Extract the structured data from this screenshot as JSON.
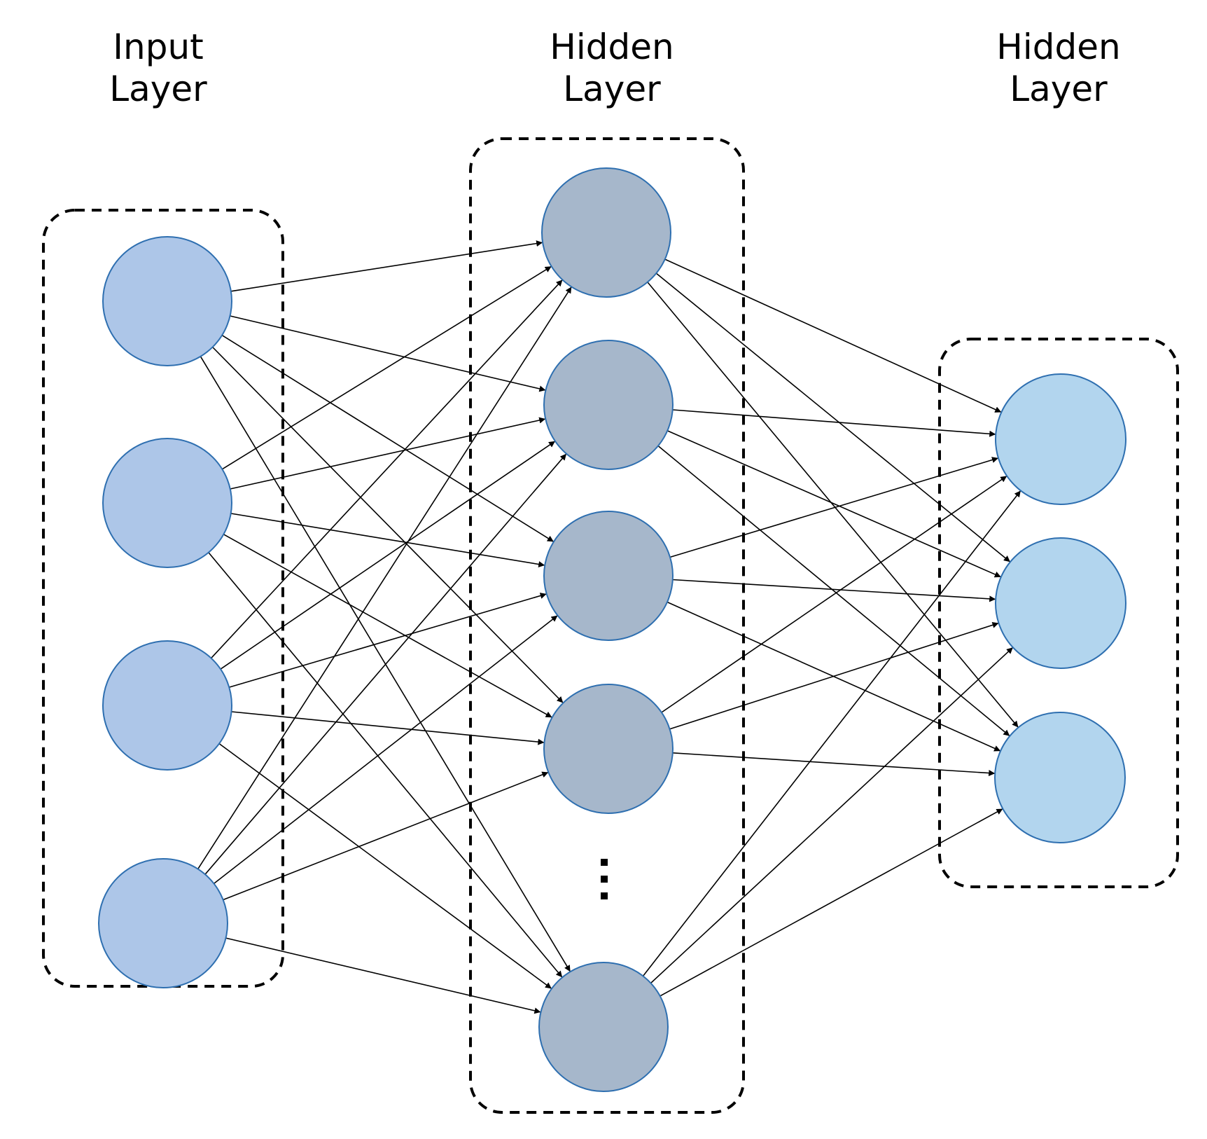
{
  "layers": [
    {
      "title_line1": "Input",
      "title_line2": "Layer",
      "node_count": 4,
      "node_color": "#adc6e8"
    },
    {
      "title_line1": "Hidden",
      "title_line2": "Layer",
      "node_count": 5,
      "node_color": "#a6b7cb",
      "has_ellipsis": true
    },
    {
      "title_line1": "Hidden",
      "title_line2": "Layer",
      "node_count": 3,
      "node_color": "#b2d5ee"
    }
  ],
  "connections": "fully-connected",
  "arrows": "directed"
}
